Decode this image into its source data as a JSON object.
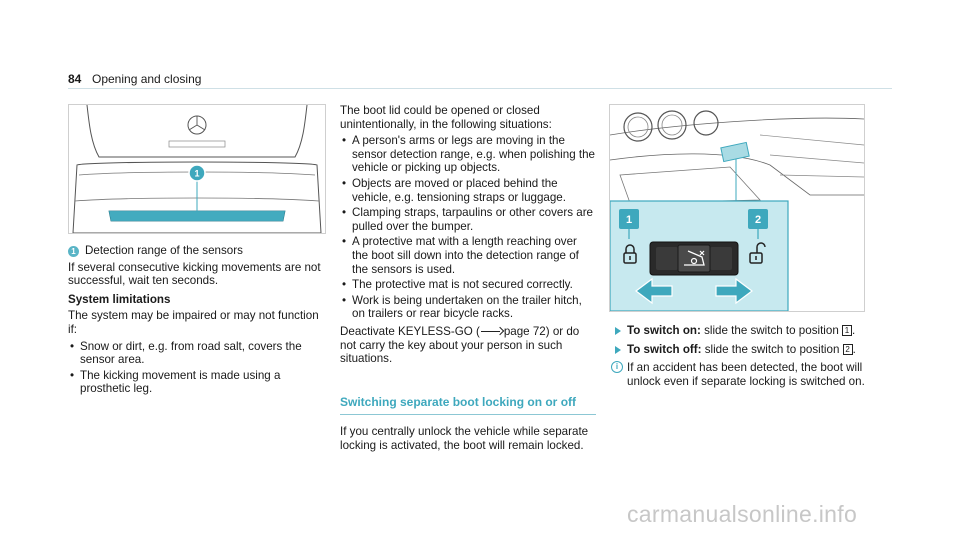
{
  "header": {
    "page_number": "84",
    "title": "Opening and closing"
  },
  "figure1": {
    "badge": "1"
  },
  "col1": {
    "caption_badge": "1",
    "caption": "Detection range of the sensors",
    "para1": "If several consecutive kicking movements are not successful, wait ten seconds.",
    "sys_heading": "System limitations",
    "sys_intro": "The system may be impaired or may not function if:",
    "bullets": [
      "Snow or dirt, e.g. from road salt, covers the sensor area.",
      "The kicking movement is made using a prosthetic leg."
    ]
  },
  "col2": {
    "intro": "The boot lid could be opened or closed unintentionally, in the following situations:",
    "bullets": [
      "A person's arms or legs are moving in the sensor detection range, e.g. when polishing the vehicle or picking up objects.",
      "Objects are moved or placed behind the vehicle, e.g. tensioning straps or luggage.",
      "Clamping straps, tarpaulins or other covers are pulled over the bumper.",
      "A protective mat with a length reaching over the boot sill down into the detection range of the sensors is used.",
      "The protective mat is not secured correctly.",
      "Work is being undertaken on the trailer hitch, on trailers or rear bicycle racks."
    ],
    "deactivate_pre": "Deactivate KEYLESS-GO (",
    "deactivate_page": "page 72",
    "deactivate_post": ") or do not carry the key about your person in such situations.",
    "section_heading": "Switching separate boot locking on or off",
    "section_para": "If you centrally unlock the vehicle while separate locking is activated, the boot will remain locked."
  },
  "figure2": {
    "label1": "1",
    "label2": "2"
  },
  "col3": {
    "steps": [
      {
        "bold": "To switch on:",
        "text": " slide the switch to position ",
        "pos": "1",
        "end": "."
      },
      {
        "bold": "To switch off:",
        "text": " slide the switch to position ",
        "pos": "2",
        "end": "."
      }
    ],
    "info": "If an accident has been detected, the boot will unlock even if separate locking is switched on."
  },
  "watermark": "carmanualsonline.info"
}
